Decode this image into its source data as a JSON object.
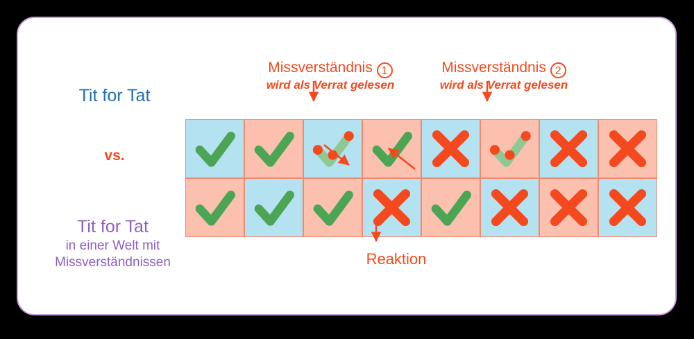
{
  "figure": {
    "background_color": "#000000",
    "card_color": "#ffffff",
    "card_border_color": "#c9a0dd"
  },
  "palette": {
    "blue_cell": "#b5e2f0",
    "pink_cell": "#fbc0ae",
    "cell_border": "#f08a72",
    "check_green": "#4ba555",
    "check_green_faded": "#8ec994",
    "cross_orange": "#f4491e",
    "dot_orange": "#f4491e",
    "label_blue": "#1f6fb5",
    "label_purple": "#8f5fc0",
    "label_orange": "#f4491e"
  },
  "left_labels": {
    "top_strategy": "Tit for Tat",
    "versus": "vs.",
    "bottom_strategy_line1": "Tit for Tat",
    "bottom_strategy_line2": "in einer Welt mit",
    "bottom_strategy_line3": "Missverständnissen"
  },
  "annotations": [
    {
      "id": "misunderstanding-1",
      "line1": "Missverständnis",
      "number": "1",
      "line2": "wird als Verrat gelesen",
      "target_column": 3,
      "target_row": 1
    },
    {
      "id": "misunderstanding-2",
      "line1": "Missverständnis",
      "number": "2",
      "line2": "wird als Verrat gelesen",
      "target_column": 6,
      "target_row": 1
    }
  ],
  "bottom_label": {
    "text": "Reaktion",
    "target_column": 4,
    "target_row": 2
  },
  "chart_data": {
    "type": "table",
    "title": "Tit for Tat vs. Tit for Tat in einer Welt mit Missverständnissen",
    "columns": 8,
    "rows": 2,
    "row_labels": [
      "Tit for Tat",
      "Tit for Tat in einer Welt mit Missverständnissen"
    ],
    "grid": [
      [
        {
          "mark": "check",
          "fill": "blue",
          "dots": false
        },
        {
          "mark": "check",
          "fill": "pink",
          "dots": false
        },
        {
          "mark": "check-misunderstood",
          "fill": "blue",
          "dots": true
        },
        {
          "mark": "check",
          "fill": "pink",
          "dots": false
        },
        {
          "mark": "cross",
          "fill": "blue",
          "dots": false
        },
        {
          "mark": "check-misunderstood",
          "fill": "pink",
          "dots": true
        },
        {
          "mark": "cross",
          "fill": "blue",
          "dots": false
        },
        {
          "mark": "cross",
          "fill": "pink",
          "dots": false
        }
      ],
      [
        {
          "mark": "check",
          "fill": "pink",
          "dots": false
        },
        {
          "mark": "check",
          "fill": "blue",
          "dots": false
        },
        {
          "mark": "check",
          "fill": "pink",
          "dots": false
        },
        {
          "mark": "cross",
          "fill": "blue",
          "dots": false
        },
        {
          "mark": "check",
          "fill": "pink",
          "dots": false
        },
        {
          "mark": "cross",
          "fill": "blue",
          "dots": false
        },
        {
          "mark": "cross",
          "fill": "pink",
          "dots": false
        },
        {
          "mark": "cross",
          "fill": "blue",
          "dots": false
        }
      ]
    ],
    "connectors": [
      {
        "from": "r1c3",
        "to": "r2c4",
        "direction": "down-right"
      },
      {
        "from": "r2c4",
        "to": "r1c5",
        "direction": "up-right"
      }
    ]
  }
}
